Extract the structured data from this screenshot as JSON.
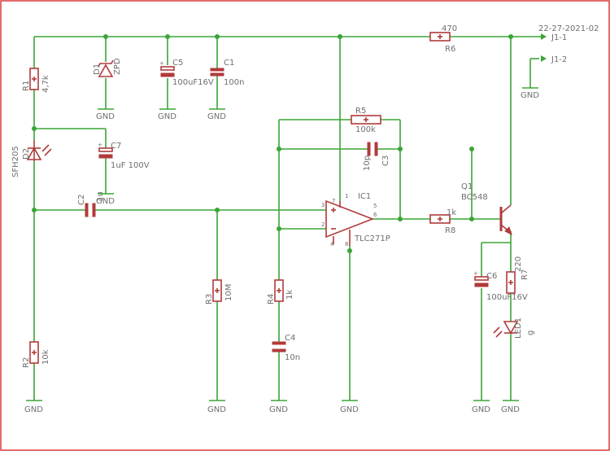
{
  "date": "22-27-2021-02",
  "colors": {
    "wire": "#3aa536",
    "component": "#b13a3a",
    "text": "#6e6e6e",
    "frame": "#d83a3a"
  },
  "components": {
    "R1": {
      "name": "R1",
      "value": "4,7k"
    },
    "D1": {
      "name": "D1",
      "value": "ZPD"
    },
    "C5": {
      "name": "C5",
      "value": "100uF16V"
    },
    "C1": {
      "name": "C1",
      "value": "100n"
    },
    "D2": {
      "name": "D2",
      "value": "SFH205"
    },
    "C7": {
      "name": "C7",
      "value": "1uF 100V"
    },
    "C2": {
      "name": "C2",
      "value": "1u"
    },
    "R2": {
      "name": "R2",
      "value": "10k"
    },
    "R3": {
      "name": "R3",
      "value": "10M"
    },
    "R4": {
      "name": "R4",
      "value": "1k"
    },
    "C4": {
      "name": "C4",
      "value": "10n"
    },
    "R5": {
      "name": "R5",
      "value": "100k"
    },
    "C3": {
      "name": "C3",
      "value": "10p"
    },
    "IC1": {
      "name": "IC1",
      "value": "TLC271P"
    },
    "R6": {
      "name": "R6",
      "value": "470"
    },
    "R8": {
      "name": "R8",
      "value": "1k"
    },
    "Q1": {
      "name": "Q1",
      "value": "BC548"
    },
    "C6": {
      "name": "C6",
      "value": "100uF16V"
    },
    "R7": {
      "name": "R7",
      "value": "220"
    },
    "LED1": {
      "name": "LED1",
      "value": "g"
    }
  },
  "pins": {
    "p1": "1",
    "p2": "2",
    "p3": "3",
    "p4": "4",
    "p5": "5",
    "p6": "6",
    "p7": "7",
    "p8": "8"
  },
  "connectors": {
    "j1_1": "J1-1",
    "j1_2": "J1-2"
  },
  "gnd_label": "GND"
}
